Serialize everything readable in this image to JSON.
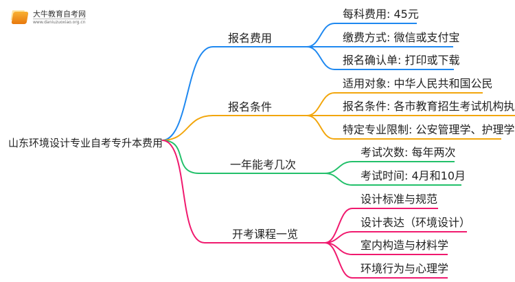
{
  "logo": {
    "name": "大牛教育自考网",
    "url": "www.daniuzuoxiao.org.cn"
  },
  "root": "山东环境设计专业自考专升本费用",
  "colors": {
    "blue": "#1e88f0",
    "orange": "#f2a60c",
    "green": "#22c06a",
    "pink": "#f0196e"
  },
  "branches": [
    {
      "label": "报名费用",
      "leaves": [
        "每科费用: 45元",
        "缴费方式: 微信或支付宝",
        "报名确认单: 打印或下载"
      ]
    },
    {
      "label": "报名条件",
      "leaves": [
        "适用对象: 中华人民共和国公民",
        "报名条件: 各市教育招生考试机构执行",
        "特定专业限制: 公安管理学、护理学"
      ]
    },
    {
      "label": "一年能考几次",
      "leaves": [
        "考试次数: 每年两次",
        "考试时间: 4月和10月"
      ]
    },
    {
      "label": "开考课程一览",
      "leaves": [
        "设计标准与规范",
        "设计表达（环境设计）",
        "室内构造与材料学",
        "环境行为与心理学"
      ]
    }
  ]
}
